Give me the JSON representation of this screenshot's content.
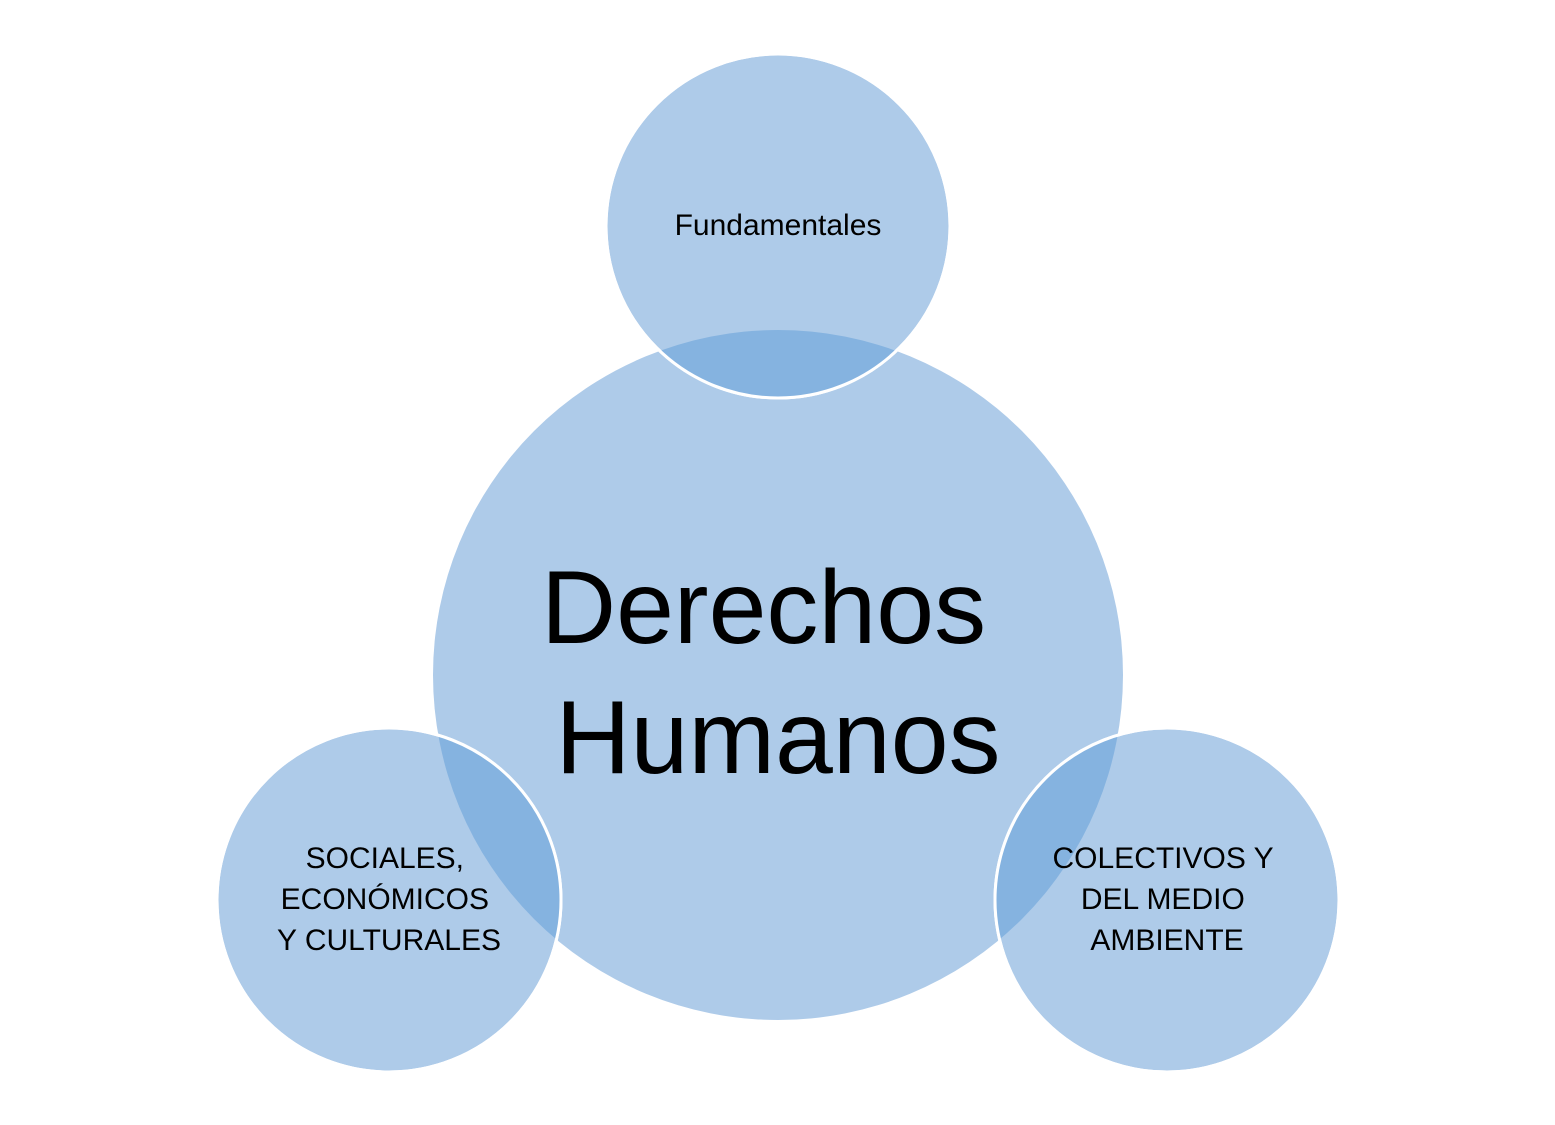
{
  "diagram": {
    "center": {
      "lines": [
        "Derechos",
        "Humanos"
      ]
    },
    "top": {
      "lines": [
        "Fundamentales"
      ]
    },
    "left": {
      "lines": [
        "SOCIALES,",
        "ECONÓMICOS",
        "Y CULTURALES"
      ]
    },
    "right": {
      "lines": [
        "COLECTIVOS Y",
        "DEL MEDIO",
        "AMBIENTE"
      ]
    },
    "colors": {
      "circle_fill": "#aecbe9",
      "overlap_fill": "#85b3e0",
      "outline": "#ffffff",
      "text": "#000000"
    }
  }
}
